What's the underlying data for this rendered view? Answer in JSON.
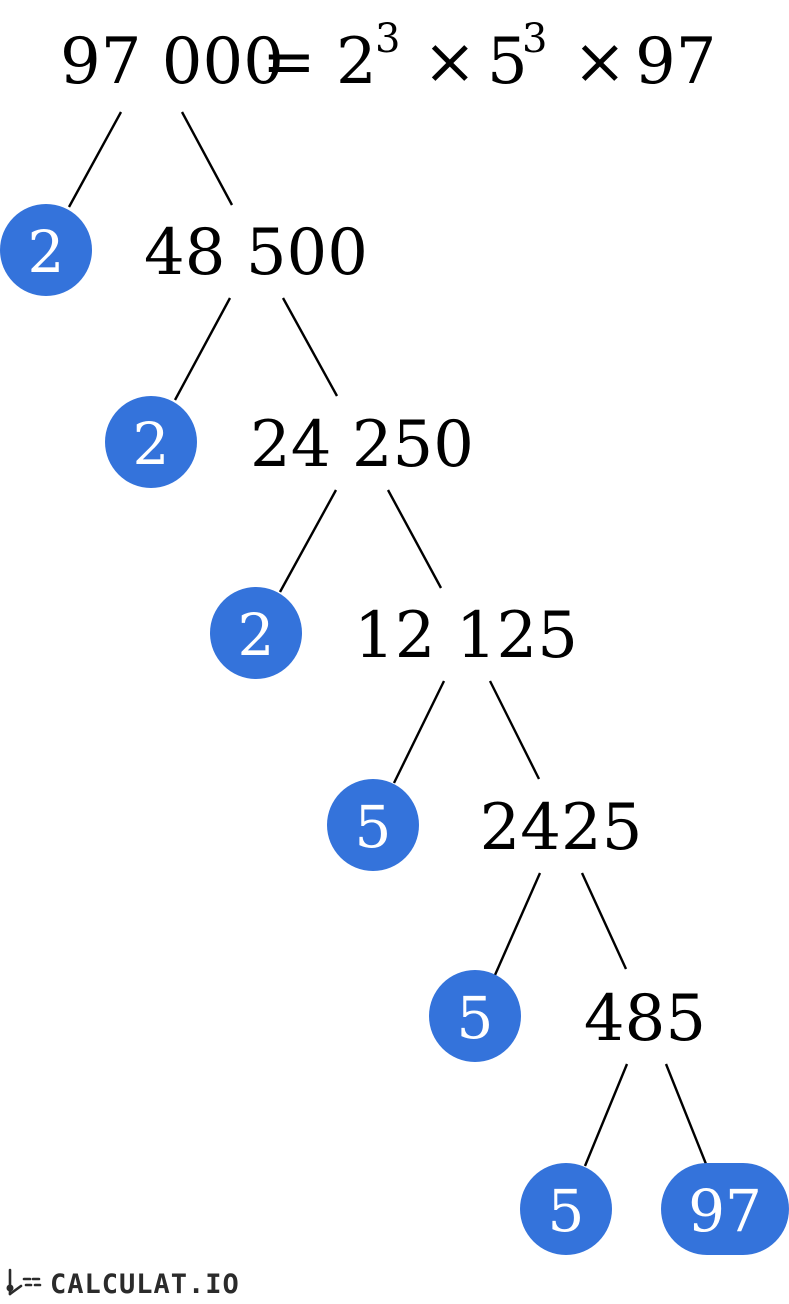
{
  "equation": {
    "number": "97 000",
    "equals": "=",
    "factors": [
      {
        "base": "2",
        "exp": "3"
      },
      {
        "base": "5",
        "exp": "3"
      },
      {
        "base": "97",
        "exp": ""
      }
    ],
    "times": "×"
  },
  "tree": {
    "levels": [
      {
        "prime": "2",
        "quotient": "48 500"
      },
      {
        "prime": "2",
        "quotient": "24 250"
      },
      {
        "prime": "2",
        "quotient": "12 125"
      },
      {
        "prime": "5",
        "quotient": "2425"
      },
      {
        "prime": "5",
        "quotient": "485"
      },
      {
        "prime": "5",
        "quotient": "97",
        "quotient_is_prime": true
      }
    ]
  },
  "brand": {
    "name": "CALCULAT.IO",
    "icon": "compass-logo-icon"
  },
  "colors": {
    "prime_fill": "#3473DB",
    "line": "#000000"
  }
}
